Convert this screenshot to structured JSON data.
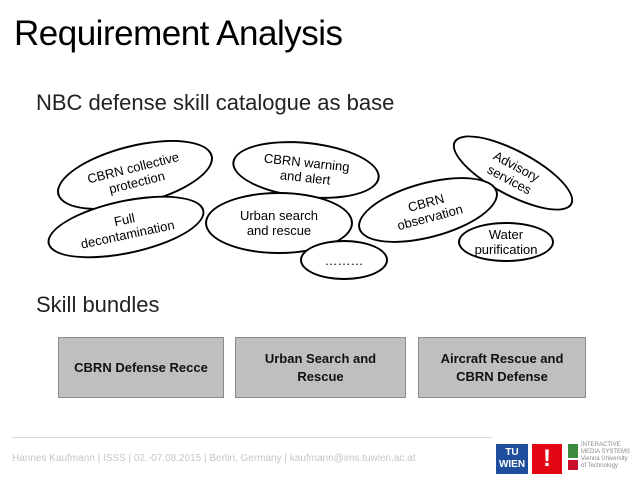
{
  "slide": {
    "title": "Requirement Analysis",
    "subtitle": "NBC defense skill catalogue as base",
    "skills": [
      "CBRN collective\nprotection",
      "CBRN warning\nand alert",
      "Advisory\nservices",
      "Full\ndecontamination",
      "Urban search\nand rescue",
      "CBRN\nobservation",
      "Water\npurification",
      "………"
    ],
    "bundles_title": "Skill bundles",
    "bundles": [
      "CBRN Defense Recce",
      "Urban Search and\nRescue",
      "Aircraft Rescue and\nCBRN Defense"
    ]
  },
  "footer": {
    "text": "Hannes Kaufmann | ISSS | 02.-07.08.2015 | Berlin, Germany | kaufmann@ims.tuwien.ac.at",
    "logo_tu": "TU\nWIEN",
    "logo_ex": "!",
    "logo_ims": "INTERACTIVE\nMEDIA SYSTEMS\nVienna University of Technology"
  },
  "colors": {
    "bundle_fill": "#bfbfbf",
    "tu_blue": "#1f4e9c",
    "accent_red": "#e30613"
  }
}
